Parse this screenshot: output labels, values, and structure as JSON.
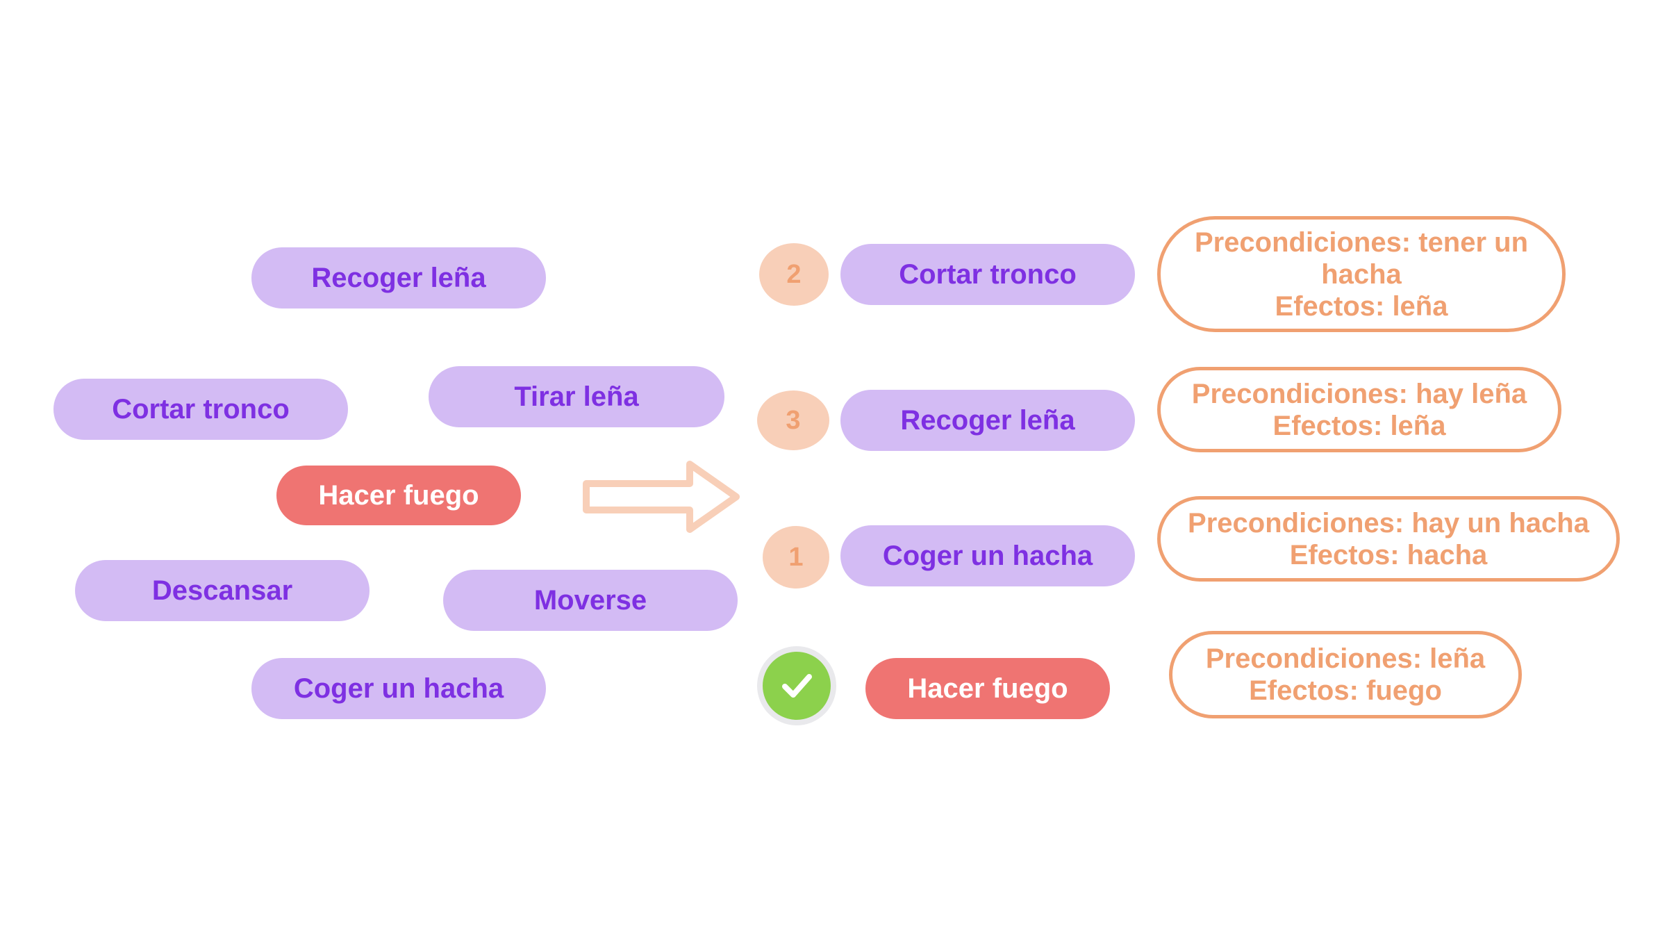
{
  "colors": {
    "action_fill": "#d3bbf4",
    "action_text": "#7e30e2",
    "goal_fill": "#ef7472",
    "goal_text": "#ffffff",
    "accent_orange": "#f0a071",
    "badge_fill": "#f8cfb8",
    "arrow_stroke": "#f8cfb8",
    "check_fill": "#8cd14c"
  },
  "left_actions": {
    "recoger_lena": "Recoger leña",
    "cortar_tronco": "Cortar tronco",
    "tirar_lena": "Tirar leña",
    "hacer_fuego": "Hacer fuego",
    "descansar": "Descansar",
    "moverse": "Moverse",
    "coger_hacha": "Coger un hacha"
  },
  "arrow_icon": "right-arrow-outline",
  "plan": [
    {
      "order": "2",
      "action": "Cortar tronco",
      "conditions": [
        "Precondiciones: tener un",
        "hacha",
        "Efectos: leña"
      ]
    },
    {
      "order": "3",
      "action": "Recoger leña",
      "conditions": [
        "Precondiciones: hay leña",
        "Efectos: leña"
      ]
    },
    {
      "order": "1",
      "action": "Coger un hacha",
      "conditions": [
        "Precondiciones: hay un hacha",
        "Efectos: hacha"
      ]
    },
    {
      "order_icon": "check-icon",
      "action": "Hacer fuego",
      "conditions": [
        "Precondiciones: leña",
        "Efectos: fuego"
      ]
    }
  ]
}
